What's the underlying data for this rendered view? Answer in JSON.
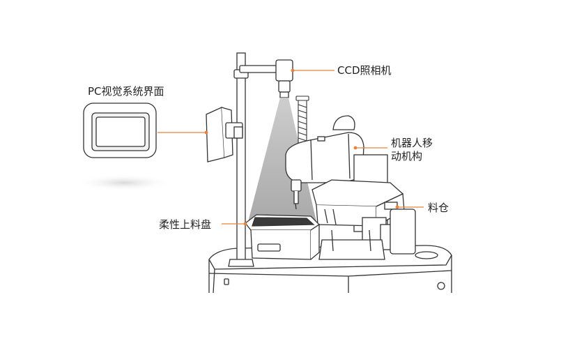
{
  "labels": {
    "pc_interface": "PC视觉系统界面",
    "ccd_camera": "CCD照相机",
    "robot_line1": "机器人移",
    "robot_line2": "动机构",
    "material_bin": "料仓",
    "flexible_tray": "柔性上料盘"
  },
  "colors": {
    "line": "#333333",
    "leader": "#e8823a",
    "beam": "#b4b4b4",
    "background": "#ffffff"
  }
}
